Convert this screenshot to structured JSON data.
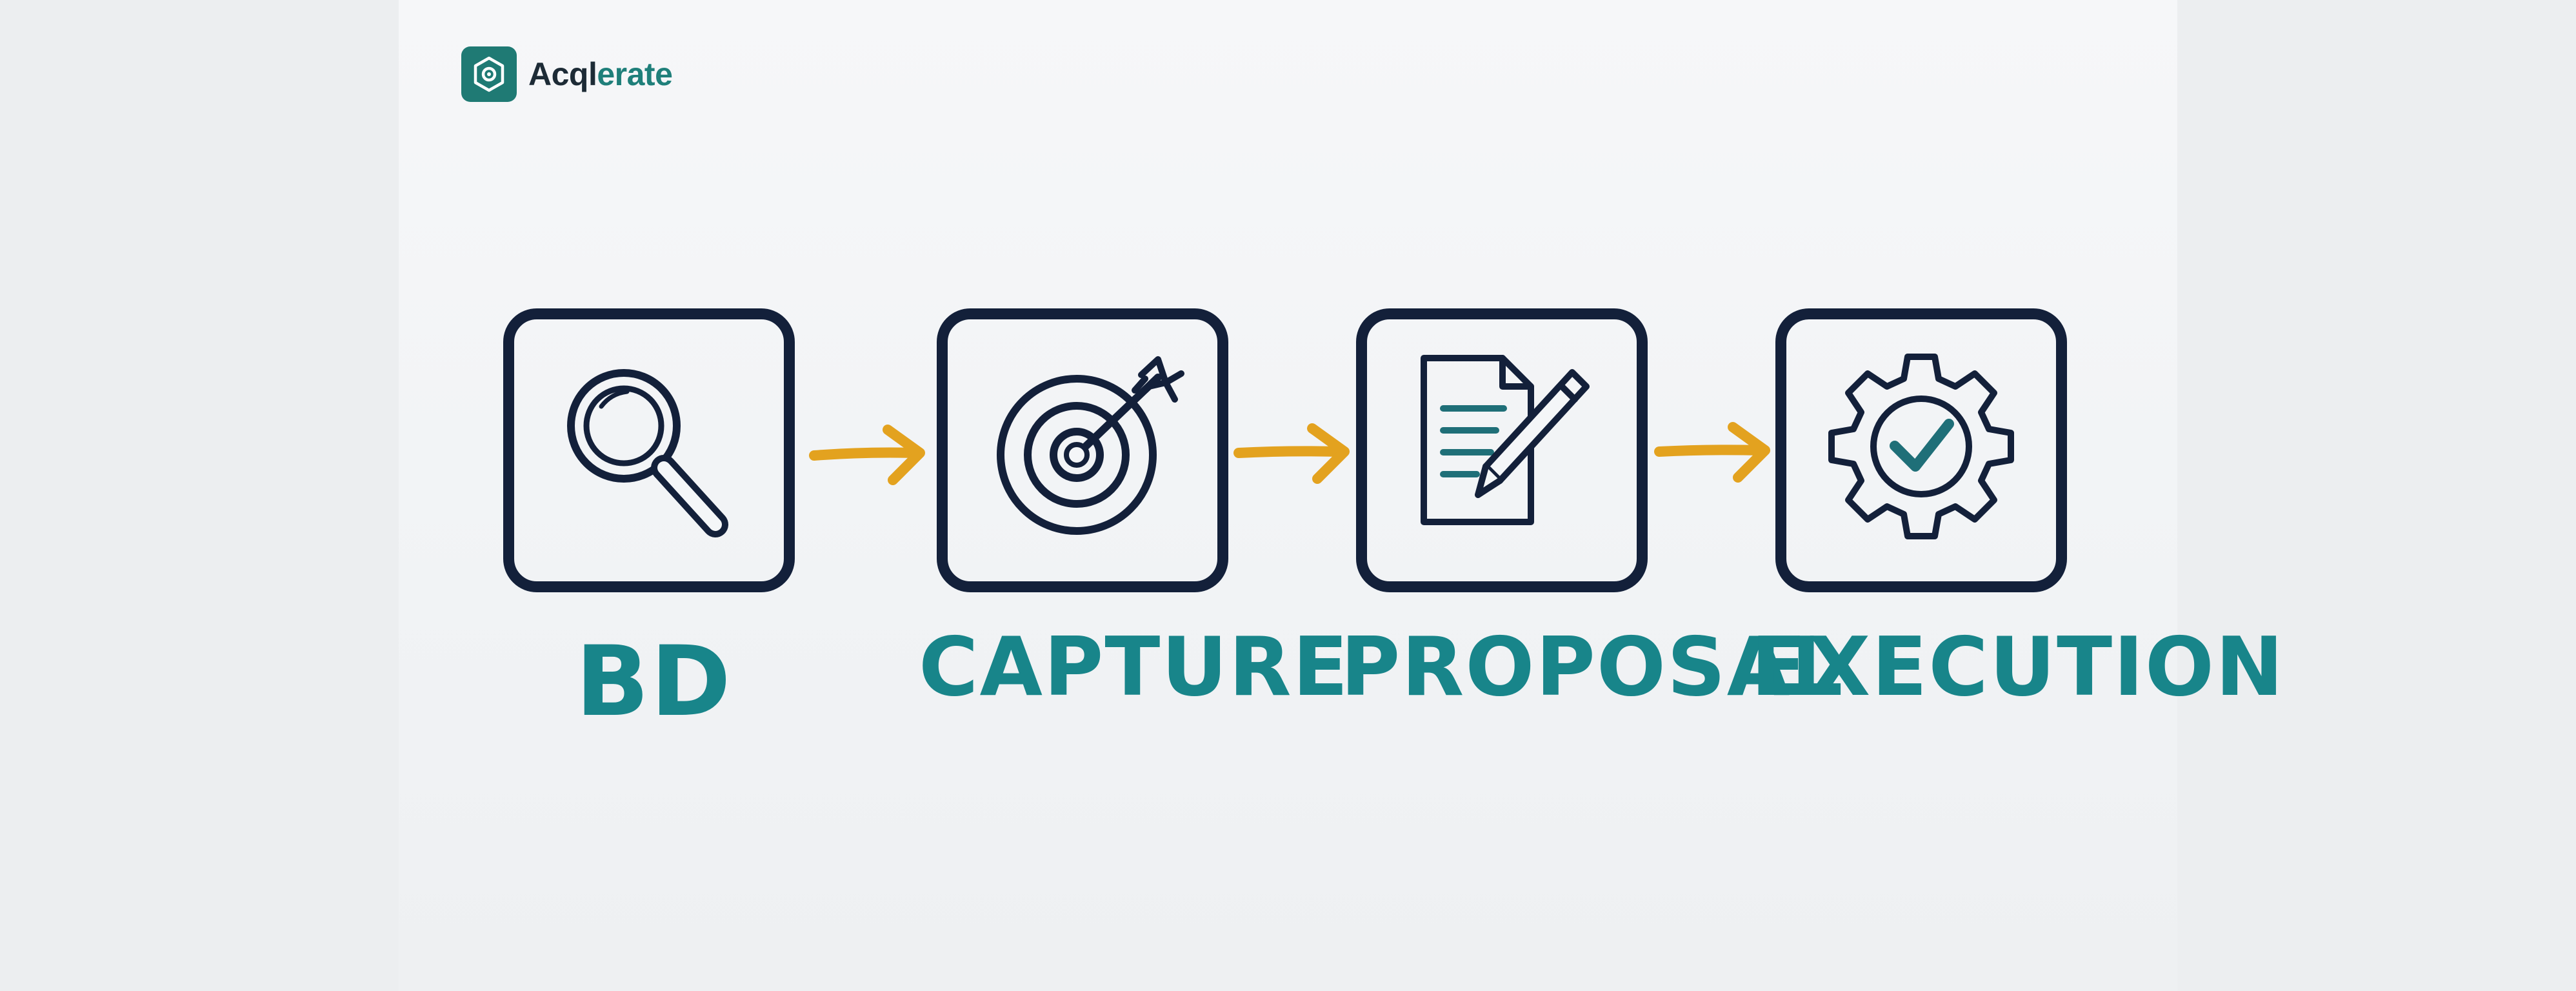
{
  "brand": {
    "name_part1": "Acql",
    "name_part2": "erate",
    "colors": {
      "mark": "#1f7a74",
      "text_dark": "#1d2b36",
      "text_teal": "#1f7f7a"
    }
  },
  "colors": {
    "box_stroke": "#13203a",
    "label": "#18858a",
    "arrow": "#e3a21f",
    "icon_accent": "#1f6f78"
  },
  "steps": [
    {
      "label": "BD",
      "icon": "magnifying-glass-icon"
    },
    {
      "label": "CAPTURE",
      "icon": "target-arrow-icon"
    },
    {
      "label": "PROPOSAL",
      "icon": "document-pencil-icon"
    },
    {
      "label": "EXECUTION",
      "icon": "gear-check-icon"
    }
  ],
  "connectors": [
    "arrow-right-icon",
    "arrow-right-icon",
    "arrow-right-icon"
  ]
}
